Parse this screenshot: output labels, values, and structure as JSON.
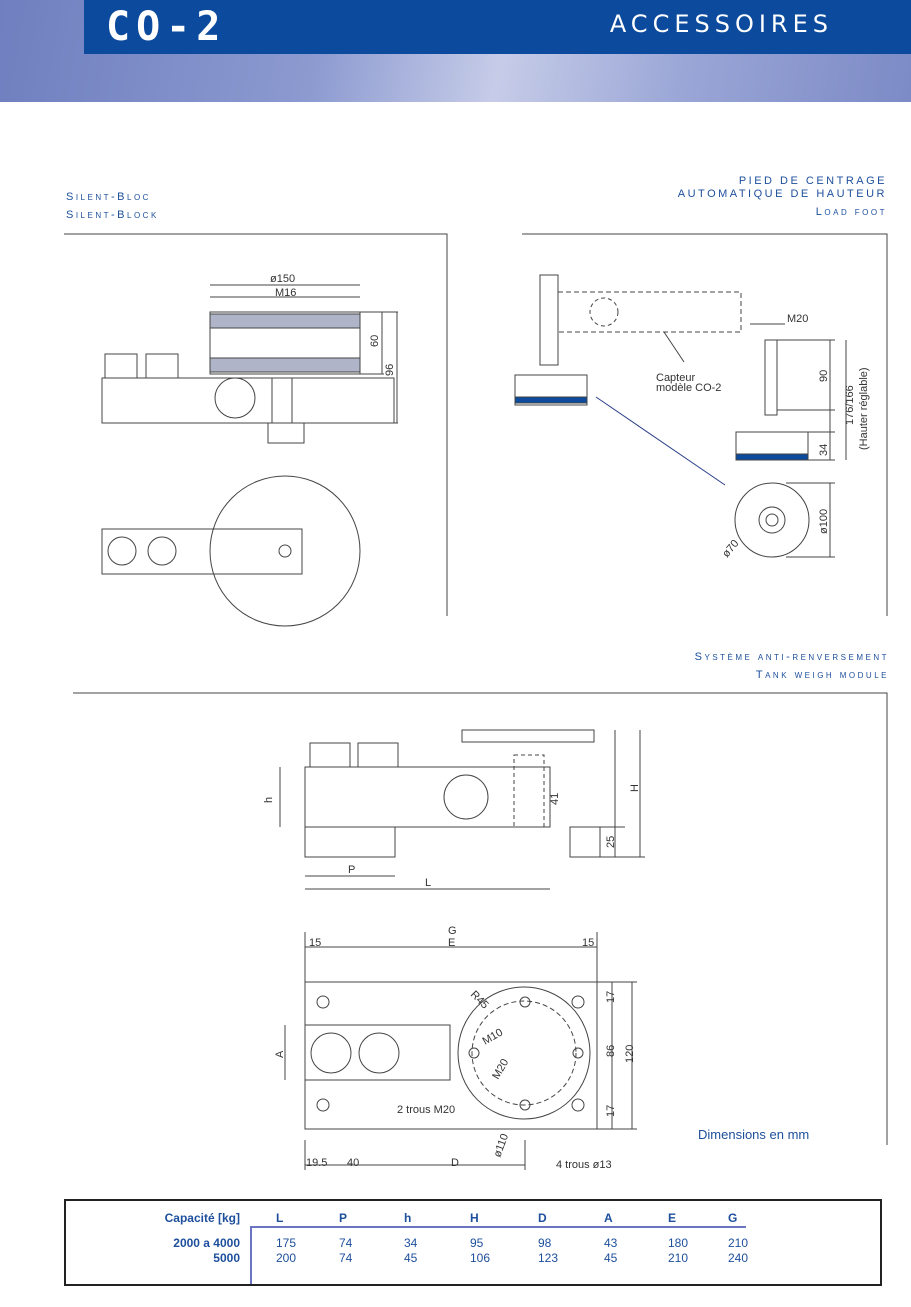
{
  "header": {
    "model": "CO-2",
    "section": "ACCESSOIRES"
  },
  "sections": {
    "silent_bloc": {
      "title_fr": "Silent-Bloc",
      "title_en": "Silent-Block"
    },
    "load_foot": {
      "title_fr_1": "PIED DE CENTRAGE",
      "title_fr_2": "AUTOMATIQUE DE HAUTEUR",
      "title_en": "Load foot"
    },
    "tank_module": {
      "title_fr": "Système anti-renversement",
      "title_en": "Tank weigh module"
    }
  },
  "silent_bloc_dims": {
    "diameter": "ø150",
    "thread": "M16",
    "h1": "60",
    "h2": "96"
  },
  "load_foot_dims": {
    "thread": "M20",
    "h1": "90",
    "h_total": "176/166",
    "h_note": "(Hauter réglable)",
    "base_h": "34",
    "d_outer": "ø100",
    "d_inner": "ø70",
    "sensor_label_1": "Capteur",
    "sensor_label_2": "modèle CO-2"
  },
  "tank_dims": {
    "h": "h",
    "H": "H",
    "d41": "41",
    "d25": "25",
    "P": "P",
    "L": "L",
    "G": "G",
    "E": "E",
    "m15a": "15",
    "m15b": "15",
    "R": "R45",
    "M10": "M10",
    "M20": "M20",
    "A": "A",
    "d17a": "17",
    "d86": "86",
    "d120": "120",
    "d17b": "17",
    "holes_m20": "2 trous M20",
    "holes_13": "4 trous ø13",
    "d110": "ø110",
    "x195": "19.5",
    "x40": "40",
    "D": "D"
  },
  "note": "Dimensions en mm",
  "table": {
    "headers": [
      "Capacité [kg]",
      "L",
      "P",
      "h",
      "H",
      "D",
      "A",
      "E",
      "G"
    ],
    "rows": [
      [
        "2000 a 4000",
        "175",
        "74",
        "34",
        "95",
        "98",
        "43",
        "180",
        "210"
      ],
      [
        "5000",
        "200",
        "74",
        "45",
        "106",
        "123",
        "45",
        "210",
        "240"
      ]
    ]
  },
  "colors": {
    "brand_blue": "#0b4a9c",
    "text_blue": "#1d4f9c"
  }
}
